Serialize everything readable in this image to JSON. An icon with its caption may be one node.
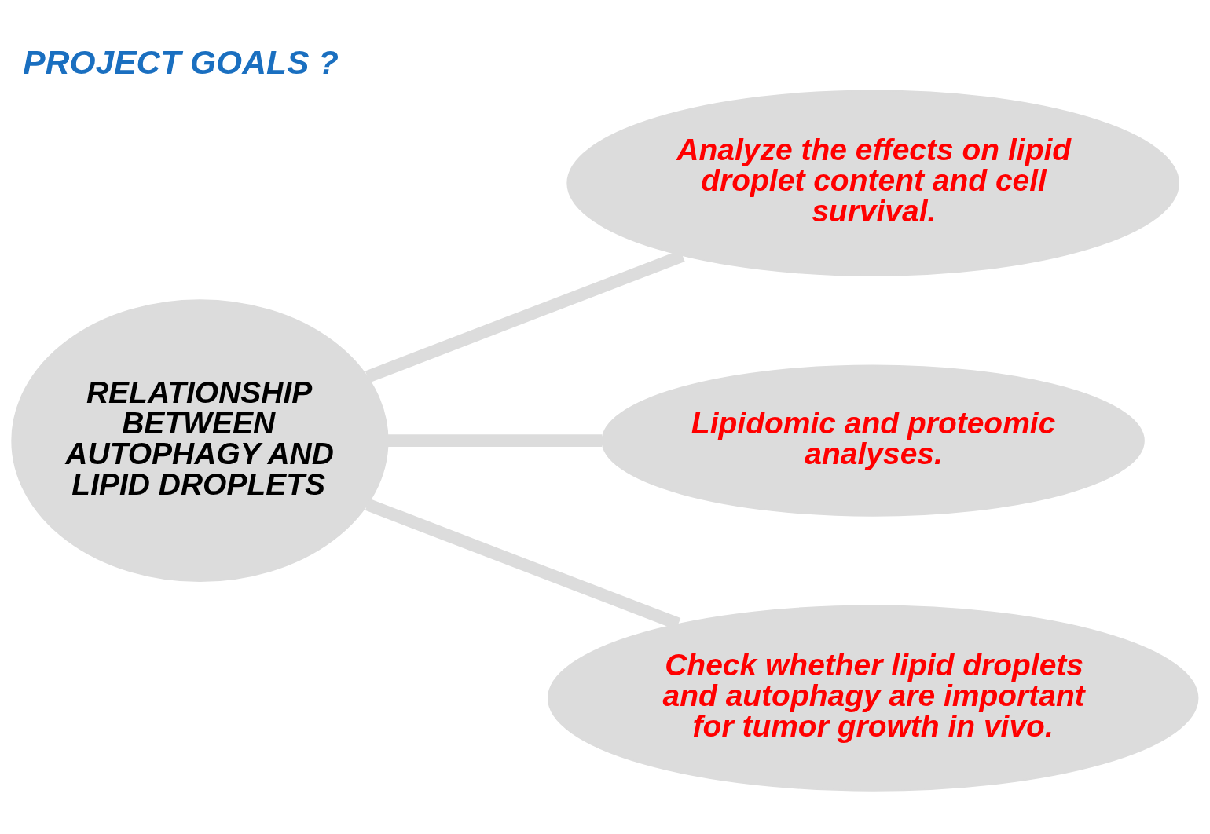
{
  "diagram": {
    "title": "PROJECT GOALS ?",
    "nodes": [
      {
        "text": [
          "RELATIONSHIP BETWEEN AUTOPHAGY AND LIPID DROPLETS"
        ]
      },
      {
        "text": [
          "Analyze the effects on lipid droplet content and cell survival."
        ]
      },
      {
        "text": [
          "Lipidomic and proteomic analyses."
        ]
      },
      {
        "text": [
          "Check whether lipid droplets and autophagy are important for tumor growth in vivo."
        ]
      }
    ],
    "edges": [
      {
        "from": 0,
        "to": 1,
        "arrow": "none"
      },
      {
        "from": 0,
        "to": 2,
        "arrow": "none"
      },
      {
        "from": 0,
        "to": 3,
        "arrow": "none"
      }
    ]
  }
}
